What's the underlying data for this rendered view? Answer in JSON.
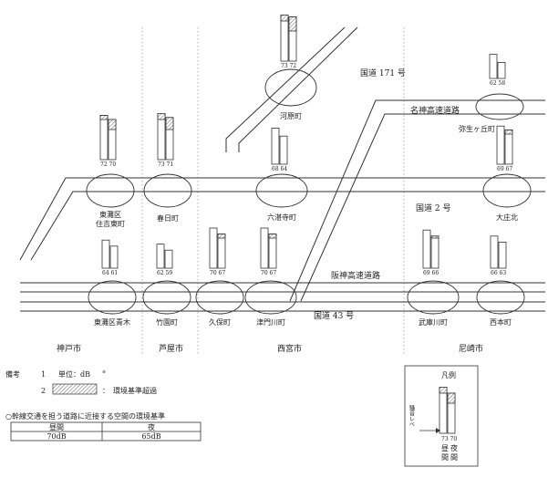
{
  "roads": {
    "r171": "国道 171 号",
    "meishin": "名神高速道路",
    "r2": "国道 2 号",
    "hanshin": "阪神高速道路",
    "r43": "国道 43 号"
  },
  "cities": [
    "神戸市",
    "芦屋市",
    "西宮市",
    "尼崎市"
  ],
  "sites": [
    {
      "name": "河原町",
      "day": 73,
      "night": 72,
      "day_label": "73",
      "night_label": "72"
    },
    {
      "name": "弥生ヶ丘町",
      "day": 62,
      "night": 58,
      "day_label": "62",
      "night_label": "58"
    },
    {
      "name": "東灘区 住吉東町",
      "day": 72,
      "night": 70,
      "day_label": "72",
      "night_label": "70"
    },
    {
      "name": "春日町",
      "day": 73,
      "night": 71,
      "day_label": "73",
      "night_label": "71"
    },
    {
      "name": "六湛寺町",
      "day": 68,
      "night": 64,
      "day_label": "68",
      "night_label": "64"
    },
    {
      "name": "大庄北",
      "day": 69,
      "night": 67,
      "day_label": "69",
      "night_label": "67"
    },
    {
      "name": "東灘区青木",
      "day": 64,
      "night": 61,
      "day_label": "64",
      "night_label": "61"
    },
    {
      "name": "竹園町",
      "day": 62,
      "night": 59,
      "day_label": "62",
      "night_label": "59"
    },
    {
      "name": "久保町",
      "day": 70,
      "night": 67,
      "day_label": "70",
      "night_label": "67"
    },
    {
      "name": "津門川町",
      "day": 70,
      "night": 67,
      "day_label": "70",
      "night_label": "67"
    },
    {
      "name": "武庫川町",
      "day": 69,
      "night": 66,
      "day_label": "69",
      "night_label": "66"
    },
    {
      "name": "西本町",
      "day": 66,
      "night": 63,
      "day_label": "66",
      "night_label": "63"
    }
  ],
  "standard": {
    "day": 70,
    "night": 65
  },
  "notes": {
    "label": "備考",
    "n1_num": "1",
    "n1_text": "単位：dB",
    "n1_sup": "※",
    "n2_num": "2",
    "n2_text": "：　環境基準超過",
    "standard_title": "○幹線交通を担う道路に近接する空間の環境基準",
    "col_day": "昼間",
    "col_night": "夜",
    "val_day": "70dB",
    "val_night": "65dB"
  },
  "legend": {
    "title": "凡例",
    "noise_label": "騒音レベ",
    "values": "73 70",
    "col1_top": "昼",
    "col2_top": "夜",
    "col1_bottom": "間",
    "col2_bottom": "間",
    "day": 73,
    "night": 70
  }
}
